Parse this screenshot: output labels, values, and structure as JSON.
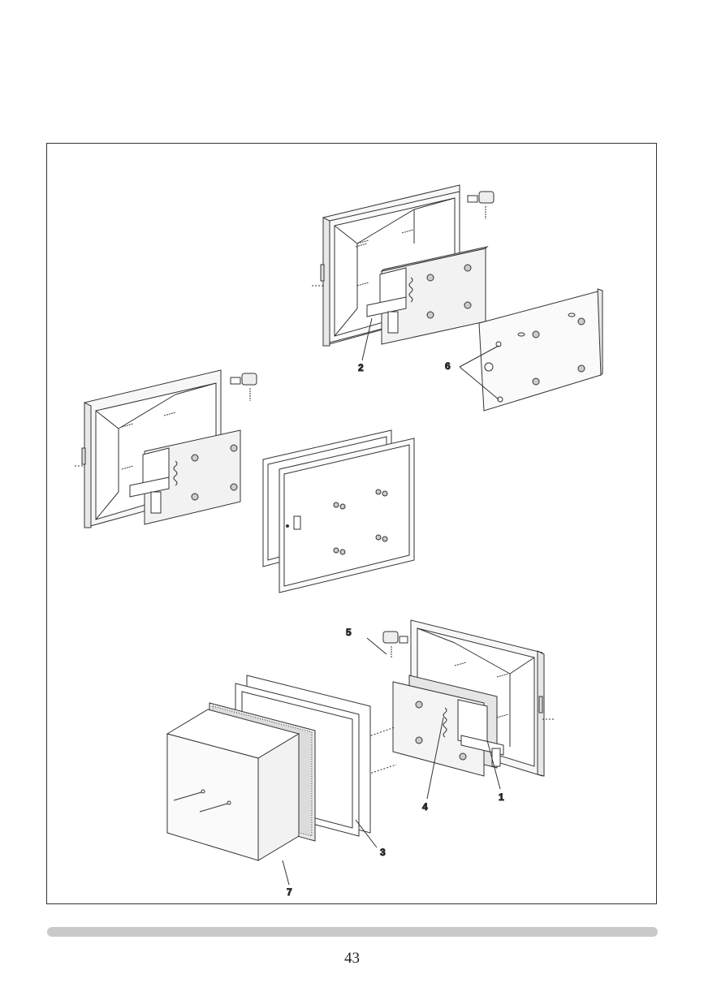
{
  "page": {
    "number": "43"
  },
  "callouts": {
    "c1": "1",
    "c2": "2",
    "c3": "3",
    "c4": "4",
    "c5": "5",
    "c6": "6",
    "c7": "7"
  },
  "colors": {
    "line": "#333333",
    "fill_light": "#f7f7f7",
    "fill_mid": "#e8e8e8",
    "footer_bar": "#c9c9c9"
  }
}
